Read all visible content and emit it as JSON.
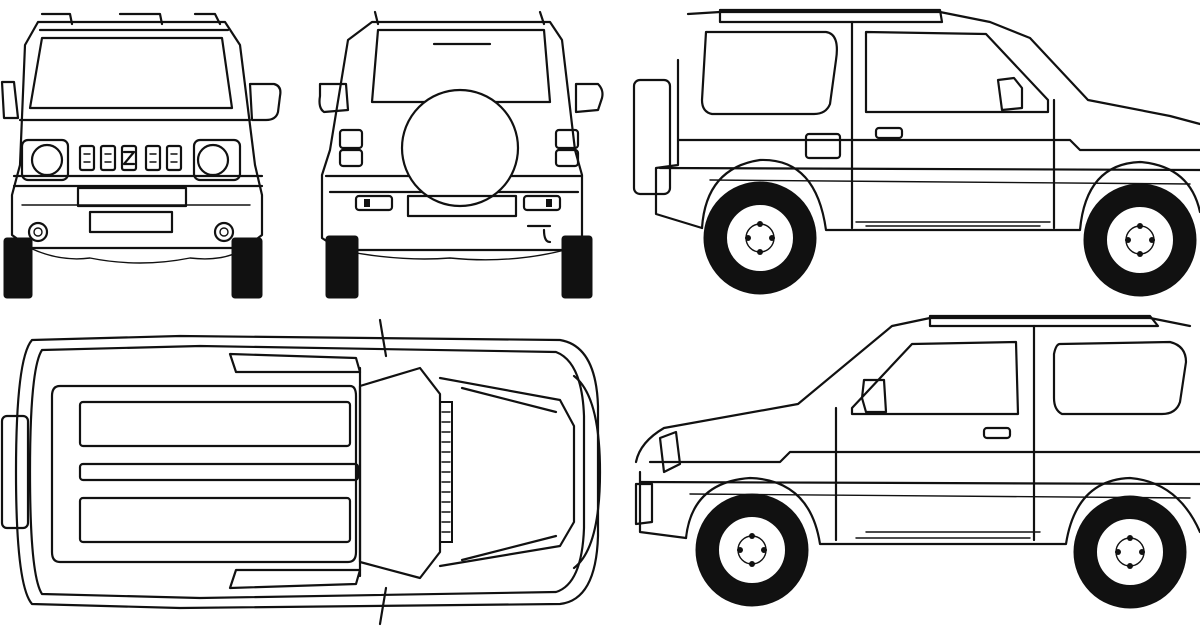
{
  "drawing": {
    "subject": "",
    "views": [
      "front",
      "rear",
      "left-side",
      "top",
      "right-side"
    ],
    "line_color": "#111111",
    "background": "#ffffff"
  }
}
